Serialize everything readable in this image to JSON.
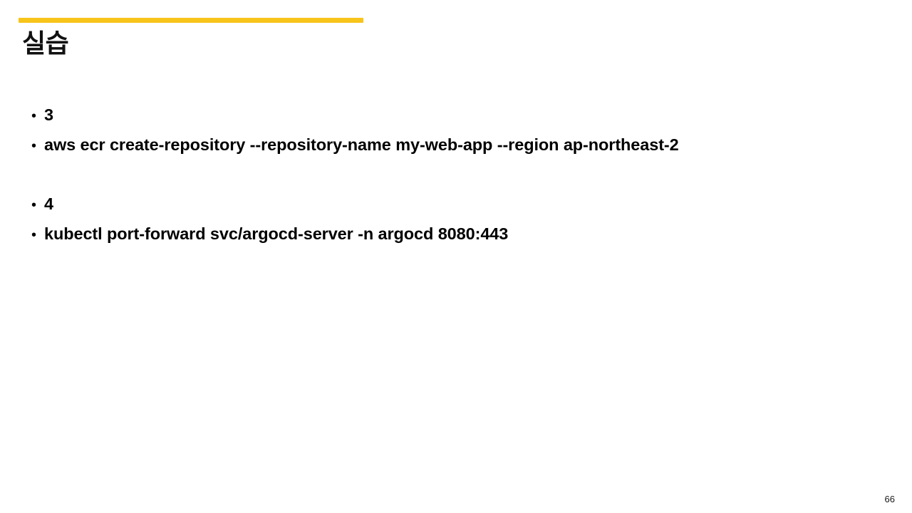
{
  "slide": {
    "accent_color": "#F7C41A",
    "background_color": "#FFFFFF",
    "text_color": "#000000",
    "title": "실습",
    "bullet_marker": "•",
    "groups": [
      {
        "items": [
          {
            "text": "3"
          },
          {
            "text": "aws ecr create-repository --repository-name my-web-app --region ap-northeast-2"
          }
        ]
      },
      {
        "items": [
          {
            "text": "4"
          },
          {
            "text": "kubectl port-forward svc/argocd-server -n argocd 8080:443"
          }
        ]
      }
    ],
    "page_number": "66"
  }
}
